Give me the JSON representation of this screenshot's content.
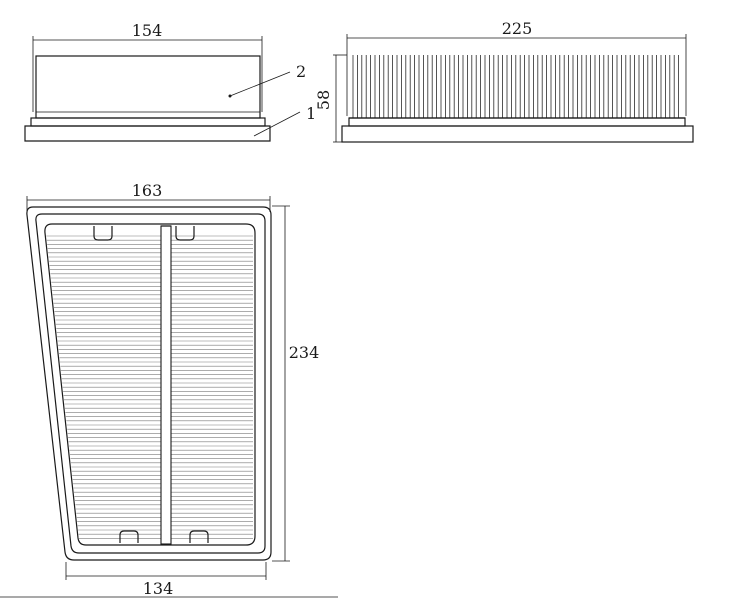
{
  "side_view": {
    "width_label": "154",
    "callout_2": "2",
    "callout_1": "1"
  },
  "front_view": {
    "width_label": "225",
    "height_label": "58"
  },
  "top_view": {
    "top_width_label": "163",
    "height_label": "234",
    "bottom_width_label": "134"
  }
}
